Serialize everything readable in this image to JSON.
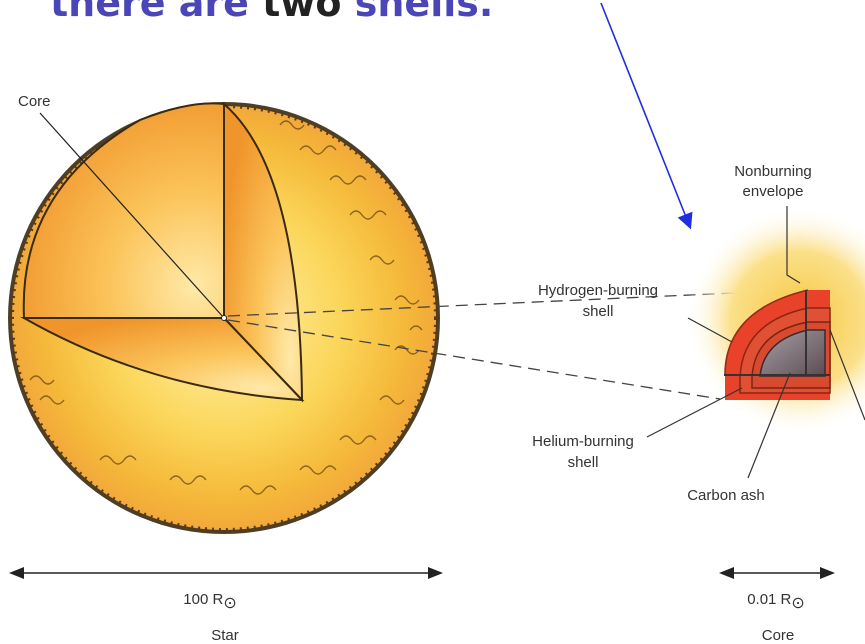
{
  "heading": {
    "part1": "there are ",
    "part2": "two",
    "part3": " shells.",
    "color_main": "#4b46b8",
    "color_emphasis": "#222222"
  },
  "labels": {
    "core": "Core",
    "nonburning_line1": "Nonburning",
    "nonburning_line2": "envelope",
    "hydrogen_line1": "Hydrogen-burning",
    "hydrogen_line2": "shell",
    "helium_line1": "Helium-burning",
    "helium_line2": "shell",
    "carbon": "Carbon ash",
    "star_scale_value": "100 R",
    "core_scale_value": "0.01 R",
    "sun_symbol": "⊙",
    "star_caption": "Star",
    "core_caption": "Core"
  },
  "colors": {
    "arrow": "#1f2ee0",
    "hydrogen_shell": "#e8432a",
    "ash": "#8a7c82",
    "star_glow": "#f6c93a",
    "star_core": "#f39a2a"
  }
}
